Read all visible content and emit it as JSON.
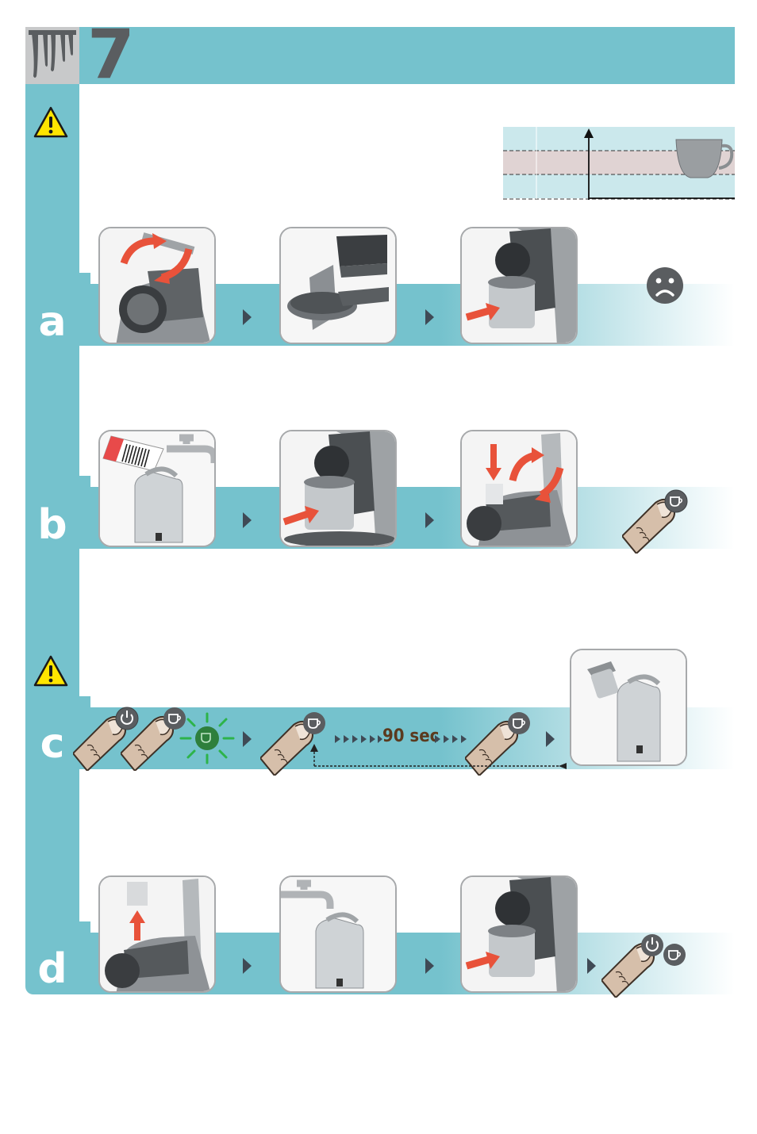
{
  "header": {
    "step_number": "7",
    "icon": "descaling-icon"
  },
  "sections": [
    {
      "label": "a"
    },
    {
      "label": "b"
    },
    {
      "label": "c",
      "timer_text": "90 sec"
    },
    {
      "label": "d"
    }
  ],
  "colors": {
    "teal": "#75c2cd",
    "grey_box": "#c8c9ca",
    "red_arrow": "#e8523a",
    "green_light": "#2db34a"
  },
  "icons": [
    "warning-icon",
    "sad-face-icon",
    "coffee-cup-icon",
    "power-button-icon",
    "finger-press-icon",
    "play-arrow-icon"
  ]
}
